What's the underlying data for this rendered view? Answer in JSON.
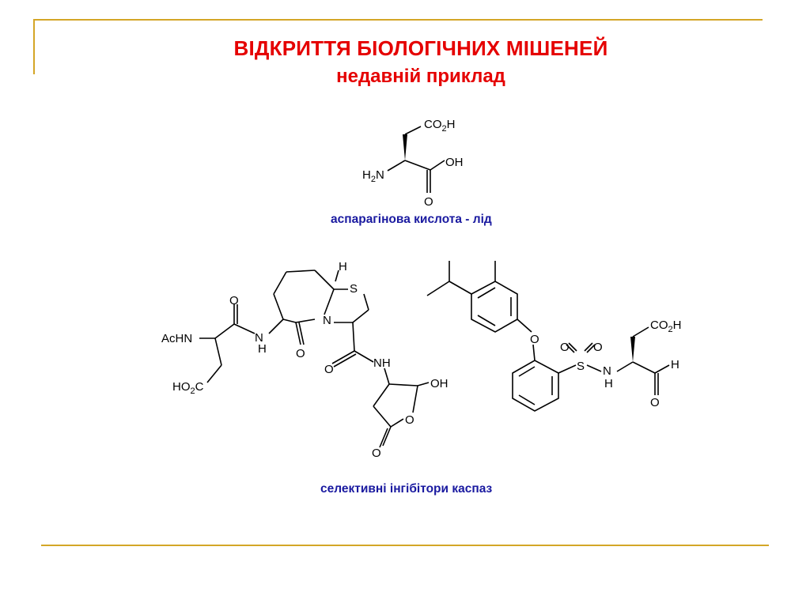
{
  "title": "ВІДКРИТТЯ БІОЛОГІЧНИХ МІШЕНЕЙ",
  "subtitle": "недавній приклад",
  "caption_top": "аспарагінова кислота - лід",
  "caption_bottom": "селективні інгібітори каспаз",
  "colors": {
    "title": "#e50000",
    "caption": "#1a1aa0",
    "frame": "#d4a627"
  }
}
